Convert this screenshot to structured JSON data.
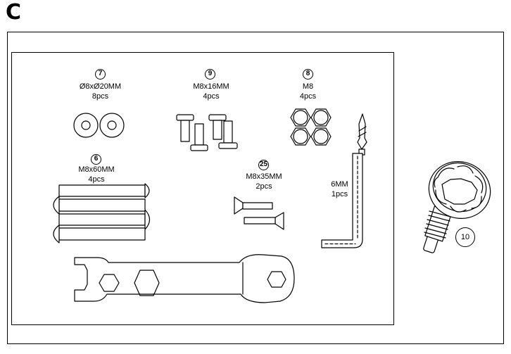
{
  "section": {
    "letter": "C"
  },
  "parts": {
    "washer": {
      "number": "7",
      "size": "Ø8xØ20MM",
      "qty": "8pcs"
    },
    "bolt_short": {
      "number": "9",
      "size": "M8x16MM",
      "qty": "4pcs"
    },
    "nut": {
      "number": "8",
      "size": "M8",
      "qty": "4pcs"
    },
    "bolt_long": {
      "number": "6",
      "size": "M8x60MM",
      "qty": "4pcs"
    },
    "countersunk_bolt": {
      "number": "25",
      "size": "M8x35MM",
      "qty": "2pcs"
    },
    "hex_key": {
      "size": "6MM",
      "qty": "1pcs"
    },
    "knob": {
      "number": "10"
    }
  },
  "icons": [
    "washer-icon",
    "bolt-icon",
    "hex-nut-icon",
    "screwdriver-icon",
    "hex-key-icon",
    "wrench-icon",
    "knob-screw-icon"
  ]
}
